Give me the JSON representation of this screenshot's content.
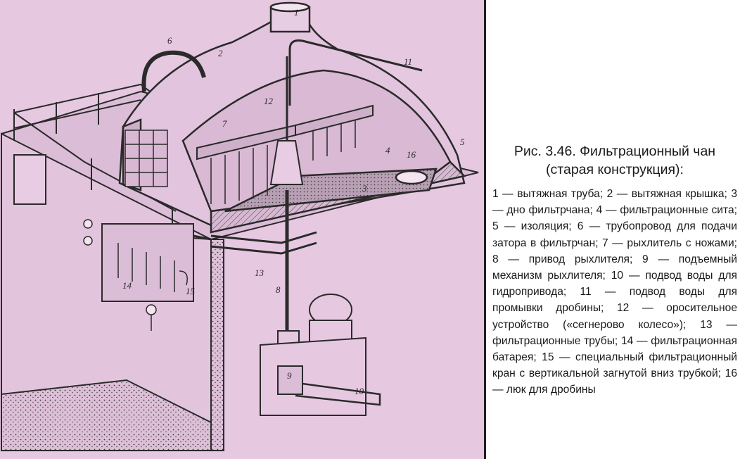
{
  "figure": {
    "title_line1": "Рис. 3.46. Фильтрационный чан",
    "title_line2": "(старая конструкция):",
    "legend": "1 — вытяжная труба; 2 — вытяжная крышка; 3 — дно фильтрчана; 4 — фильтрационные сита; 5 — изоляция; 6 — трубопровод для подачи затора в фильтрчан; 7 — рыхлитель с ножами; 8 — привод рыхлителя; 9 — подъемный механизм рыхлителя; 10 — подвод воды для гидропривода; 11 — подвод воды для промывки дробины; 12 — оросительное устройство («сегнерово колесо»); 13 — фильтрационные трубы; 14 — фильтрационная батарея; 15 — специальный фильтрационный кран с вертикальной загнутой вниз трубкой; 16 — люк для дробины"
  },
  "callouts": {
    "c1": "1",
    "c2": "2",
    "c3": "3",
    "c4": "4",
    "c5": "5",
    "c6": "6",
    "c7": "7",
    "c8": "8",
    "c9": "9",
    "c10": "10",
    "c11": "11",
    "c12": "12",
    "c13": "13",
    "c14": "14",
    "c15": "15",
    "c16": "16"
  },
  "colors": {
    "paper": "#e6c8e1",
    "ink": "#2a2a2a"
  }
}
